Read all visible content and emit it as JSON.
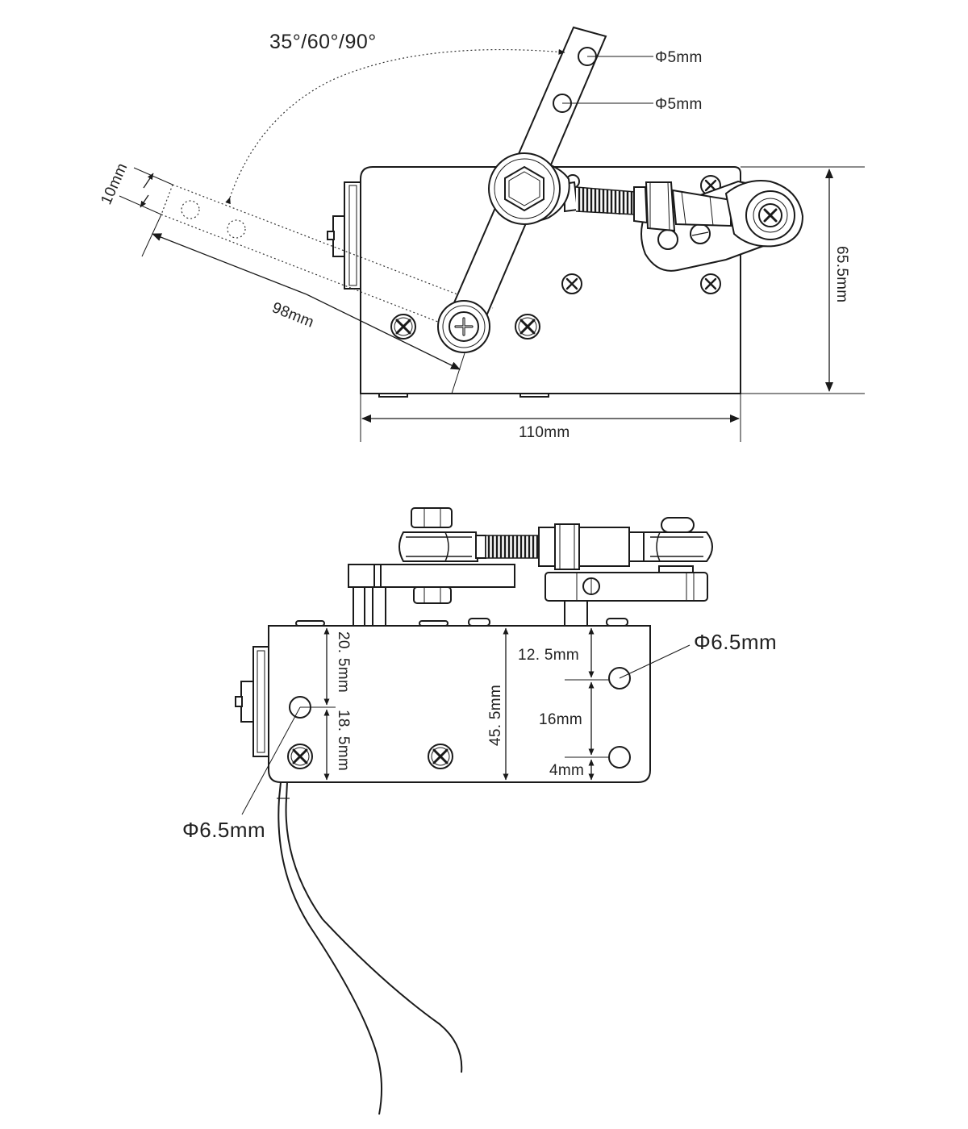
{
  "top_view": {
    "angle_label": "35°/60°/90°",
    "hole_label_1": "Φ5mm",
    "hole_label_2": "Φ5mm",
    "arm_width_label": "10mm",
    "arm_length_label": "98mm",
    "height_label": "65.5mm",
    "width_label": "110mm"
  },
  "side_view": {
    "hole_label_right": "Φ6.5mm",
    "hole_label_left": "Φ6.5mm",
    "dim_20_5": "20. 5mm",
    "dim_18_5": "18. 5mm",
    "dim_45_5": "45. 5mm",
    "dim_12_5": "12. 5mm",
    "dim_16": "16mm",
    "dim_4": "4mm"
  }
}
